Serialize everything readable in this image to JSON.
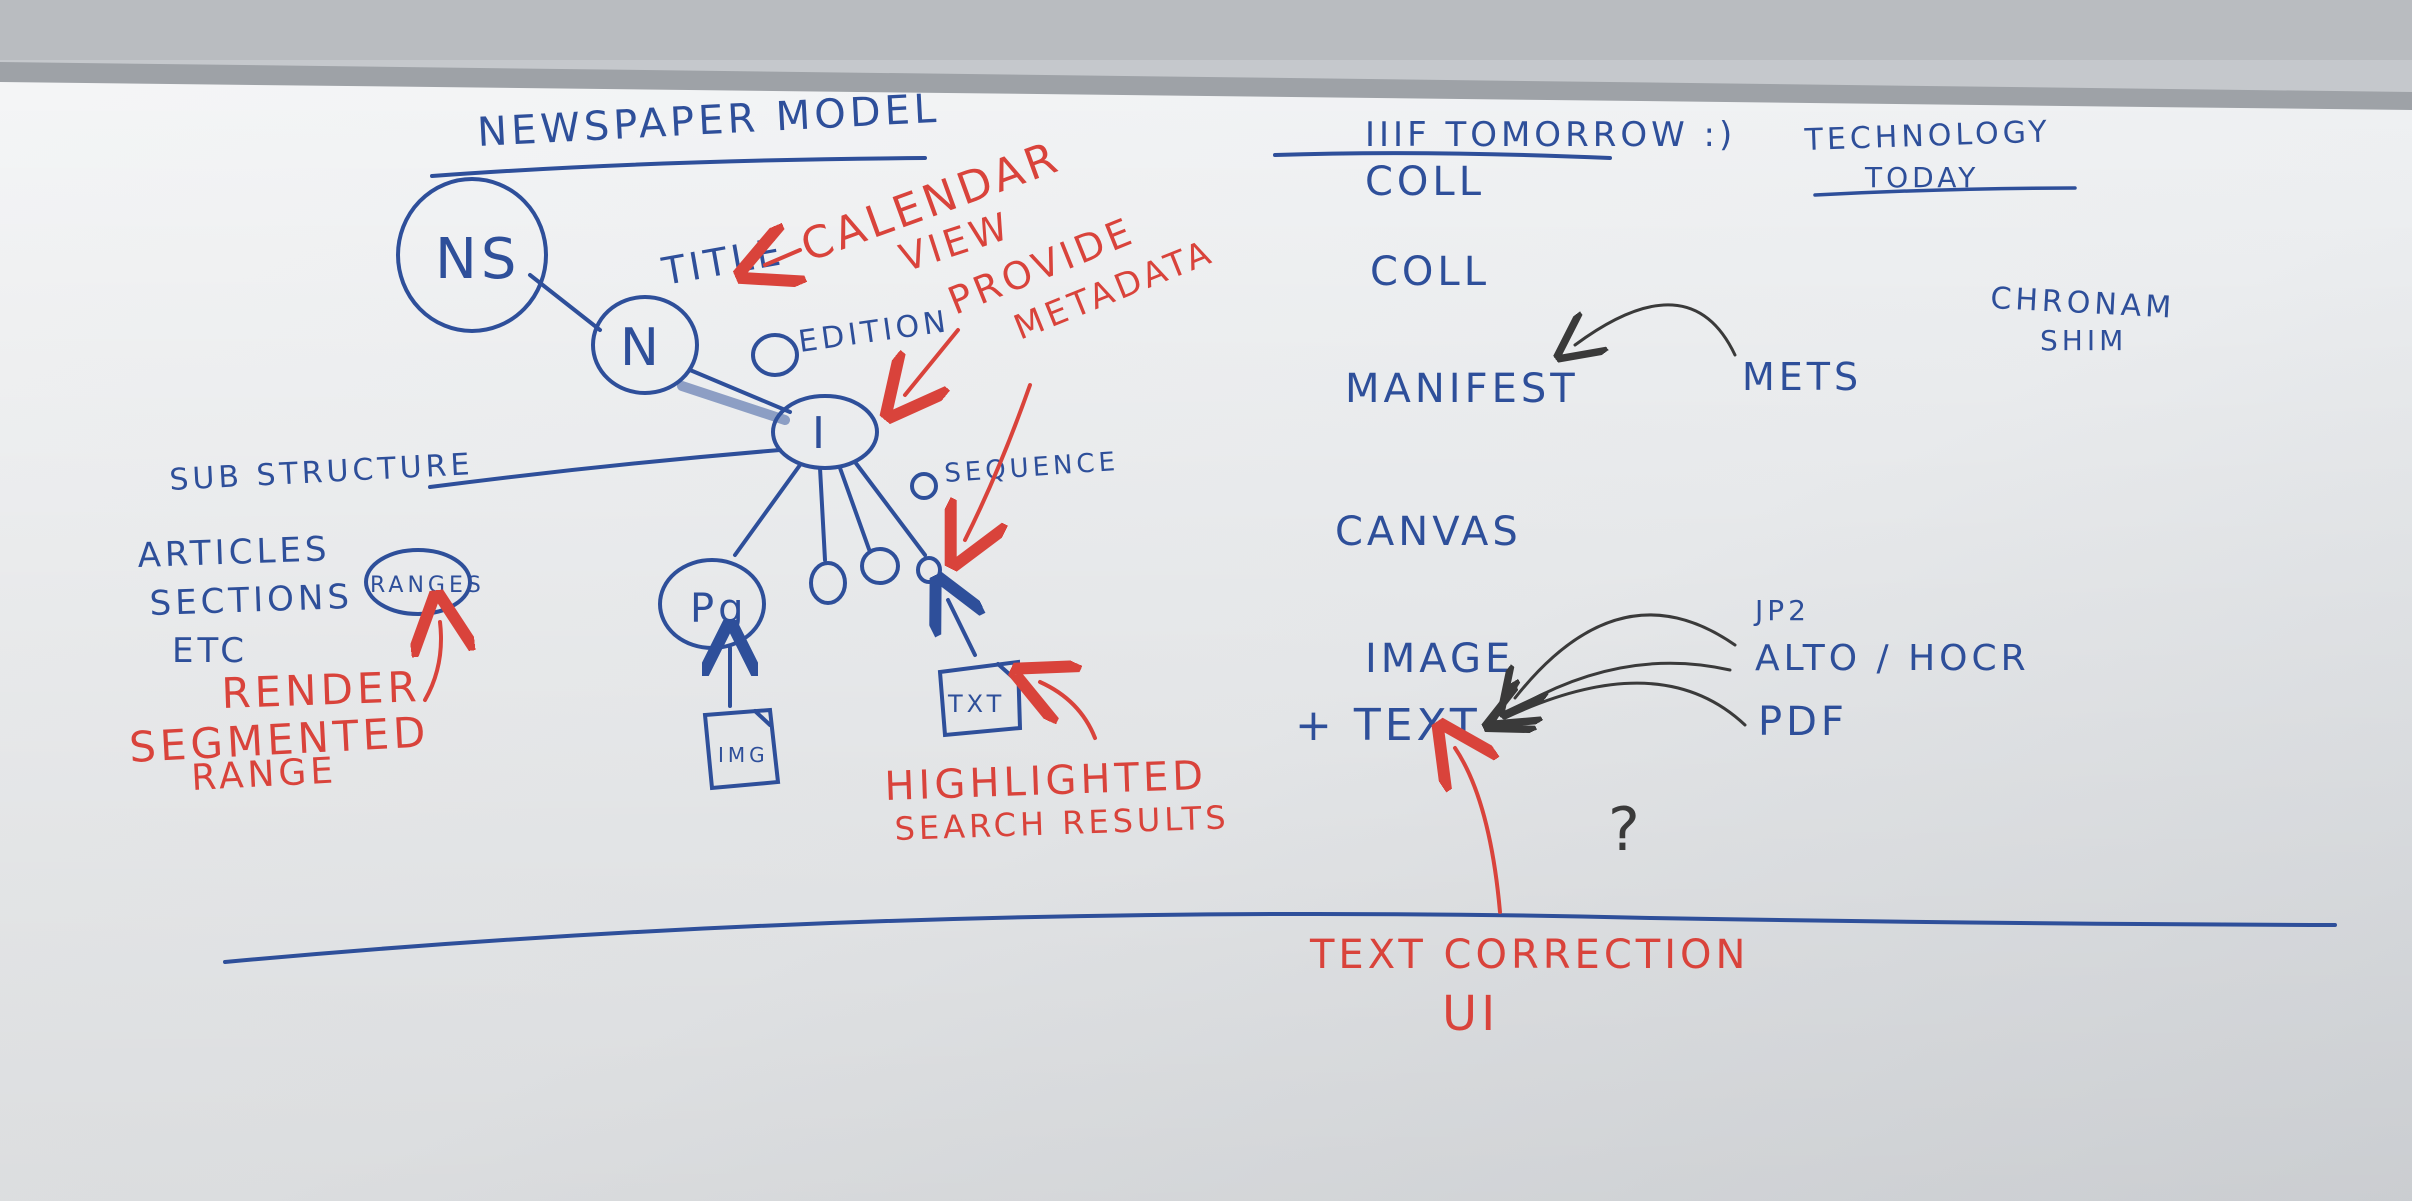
{
  "colors": {
    "marker_blue": "#2e4f9a",
    "marker_red": "#d9433b",
    "board": "#f1f2f3",
    "wall": "#c9ccd0"
  },
  "whiteboard": {
    "newspaper_model": {
      "heading": "NEWSPAPER MODEL",
      "ns_node": "NS",
      "n_node": "N",
      "title_label": "TITLE",
      "calendar_view_line1": "CALENDAR",
      "calendar_view_line2": "VIEW",
      "edition_label": "EDITION",
      "provide_metadata_line1": "PROVIDE",
      "provide_metadata_line2": "METADATA",
      "issue_node": "I",
      "sequence_label": "SEQUENCE",
      "sub_structure": "SUB STRUCTURE",
      "articles": "ARTICLES",
      "sections": "SECTIONS",
      "etc": "ETC",
      "ranges": "RANGES",
      "render": "RENDER",
      "segmented_line1": "SEGMENTED",
      "segmented_line2": "RANGE",
      "page_node": "Pg",
      "img_box": "IMG",
      "txt_box": "TXT",
      "highlighted_line1": "HIGHLIGHTED",
      "highlighted_line2": "SEARCH RESULTS"
    },
    "iiif_tomorrow": {
      "heading": "IIIF TOMORROW :)",
      "coll1": "COLL",
      "coll2": "COLL",
      "manifest": "MANIFEST",
      "canvas": "CANVAS",
      "image": "IMAGE",
      "text": "+ TEXT"
    },
    "technology_today": {
      "heading_line1": "TECHNOLOGY",
      "heading_line2": "TODAY",
      "chronam_line1": "CHRONAM",
      "chronam_line2": "SHIM",
      "mets": "METS",
      "jp2": "JP2",
      "alto": "ALTO / HOCR",
      "pdf": "PDF",
      "question": "?"
    },
    "text_correction_line1": "TEXT CORRECTION",
    "text_correction_line2": "UI"
  }
}
